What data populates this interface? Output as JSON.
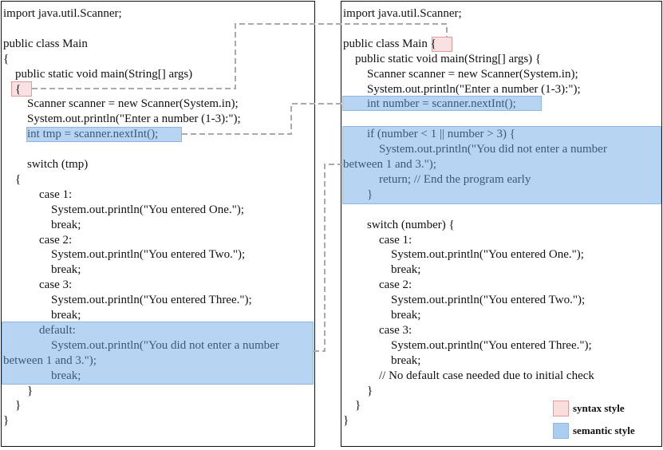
{
  "left_code": [
    "import java.util.Scanner;",
    "",
    "public class Main",
    "{",
    "    public static void main(String[] args)",
    "    {",
    "        Scanner scanner = new Scanner(System.in);",
    "        System.out.println(\"Enter a number (1-3):\");",
    "        int tmp = scanner.nextInt();",
    "",
    "        switch (tmp)",
    "    {",
    "            case 1:",
    "                System.out.println(\"You entered One.\");",
    "                break;",
    "            case 2:",
    "                System.out.println(\"You entered Two.\");",
    "                break;",
    "            case 3:",
    "                System.out.println(\"You entered Three.\");",
    "                break;",
    "            default:",
    "                System.out.println(\"You did not enter a number",
    "between 1 and 3.\");",
    "                break;",
    "        }",
    "    }",
    "}"
  ],
  "right_code": [
    "import java.util.Scanner;",
    "",
    "public class Main {",
    "    public static void main(String[] args) {",
    "        Scanner scanner = new Scanner(System.in);",
    "        System.out.println(\"Enter a number (1-3):\");",
    "        int number = scanner.nextInt();",
    "",
    "        if (number < 1 || number > 3) {",
    "            System.out.println(\"You did not enter a number",
    "between 1 and 3.\");",
    "            return; // End the program early",
    "        }",
    "",
    "        switch (number) {",
    "            case 1:",
    "                System.out.println(\"You entered One.\");",
    "                break;",
    "            case 2:",
    "                System.out.println(\"You entered Two.\");",
    "                break;",
    "            case 3:",
    "                System.out.println(\"You entered Three.\");",
    "                break;",
    "            // No default case needed due to initial check",
    "        }",
    "    }",
    "}"
  ],
  "legend": {
    "syntax_label": "syntax style",
    "semantic_label": "semantic style",
    "syntax_color": "#fadede",
    "semantic_color": "#aacdf0"
  }
}
